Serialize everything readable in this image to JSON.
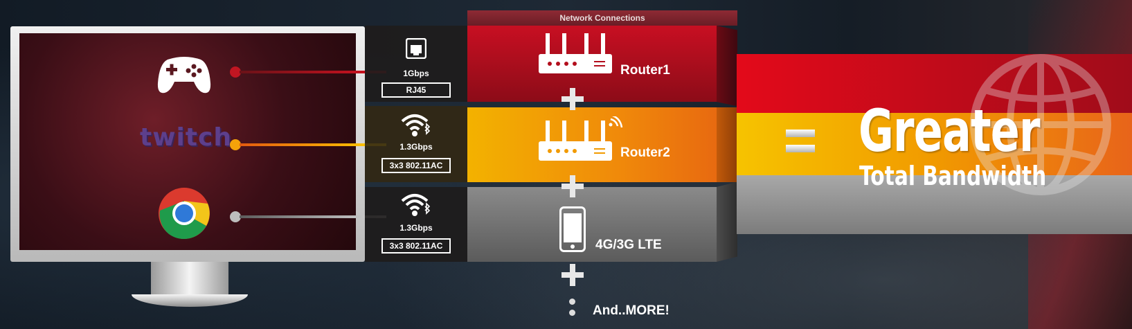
{
  "header": {
    "network_connections": "Network Connections"
  },
  "interfaces": [
    {
      "icon": "ethernet-port-icon",
      "speed": "1Gbps",
      "tag": "RJ45"
    },
    {
      "icon": "wifi-bluetooth-icon",
      "speed": "1.3Gbps",
      "tag": "3x3  802.11AC"
    },
    {
      "icon": "wifi-bluetooth-icon",
      "speed": "1.3Gbps",
      "tag": "3x3  802.11AC"
    }
  ],
  "apps": [
    {
      "icon": "gamepad-icon"
    },
    {
      "icon": "twitch-logo",
      "text": "twitch"
    },
    {
      "icon": "chrome-icon"
    }
  ],
  "connections": [
    {
      "icon": "router-icon",
      "label": "Router1"
    },
    {
      "icon": "router-wireless-icon",
      "label": "Router2"
    },
    {
      "icon": "smartphone-icon",
      "label": "4G/3G  LTE"
    }
  ],
  "more": {
    "label": "And..MORE!"
  },
  "result": {
    "title": "Greater",
    "subtitle": "Total Bandwidth",
    "icon": "globe-icon"
  },
  "colors": {
    "red": "#c80f22",
    "orange": "#f08a0a",
    "gray": "#7c7c7c"
  }
}
